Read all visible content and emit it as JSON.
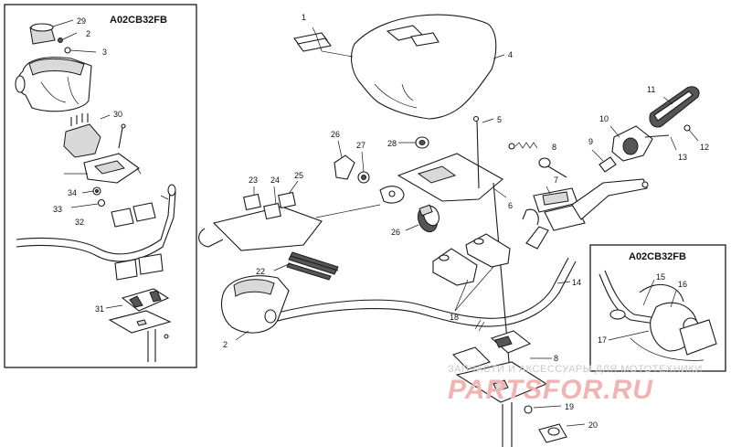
{
  "inset_left": {
    "code": "A02CB32FB"
  },
  "inset_right": {
    "code": "A02CB32FB"
  },
  "watermark": {
    "line1": "ЗАПЧАСТИ И АКСЕССУАРЫ ДЛЯ МОТОТЕХНИКИ",
    "line2": "PARTSFOR.RU"
  },
  "callouts": {
    "c1": "1",
    "c2": "2",
    "c2b": "2",
    "c3": "3",
    "c4": "4",
    "c5": "5",
    "c6": "6",
    "c7": "7",
    "c8": "8",
    "c9": "9",
    "c10": "10",
    "c11": "11",
    "c12": "12",
    "c13": "13",
    "c14": "14",
    "c15": "15",
    "c16": "16",
    "c17": "17",
    "c18": "18",
    "c19": "19",
    "c20": "20",
    "c22": "22",
    "c23": "23",
    "c24": "24",
    "c25": "25",
    "c26": "26",
    "c26b": "26",
    "c27": "27",
    "c28": "28",
    "c29": "29",
    "c30": "30",
    "c31": "31",
    "c32": "32",
    "c33": "33",
    "c34": "34"
  }
}
